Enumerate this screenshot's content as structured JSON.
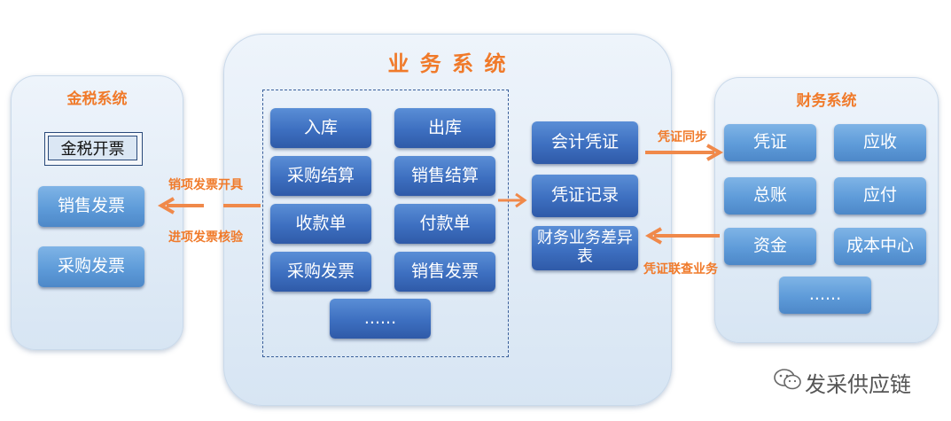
{
  "golden_tax": {
    "title": "金税系统",
    "box_label": "金税开票",
    "items": [
      "销售发票",
      "采购发票"
    ]
  },
  "business": {
    "title": "业 务 系 统",
    "left_grid": [
      "入库",
      "出库",
      "采购结算",
      "销售结算",
      "收款单",
      "付款单",
      "采购发票",
      "销售发票",
      "......"
    ],
    "right_column": [
      "会计凭证",
      "凭证记录",
      "财务业务差异表"
    ]
  },
  "finance": {
    "title": "财务系统",
    "items": [
      "凭证",
      "应收",
      "总账",
      "应付",
      "资金",
      "成本中心",
      "......"
    ]
  },
  "connectors": {
    "sales_invoice_issue": "销项发票开具",
    "input_invoice_verify": "进项发票核验",
    "voucher_sync": "凭证同步",
    "voucher_query": "凭证联查业务"
  },
  "watermark": "发采供应链",
  "colors": {
    "accent": "#f07a2a",
    "button": "#3d6fc0",
    "panel": "#dde8f4"
  }
}
